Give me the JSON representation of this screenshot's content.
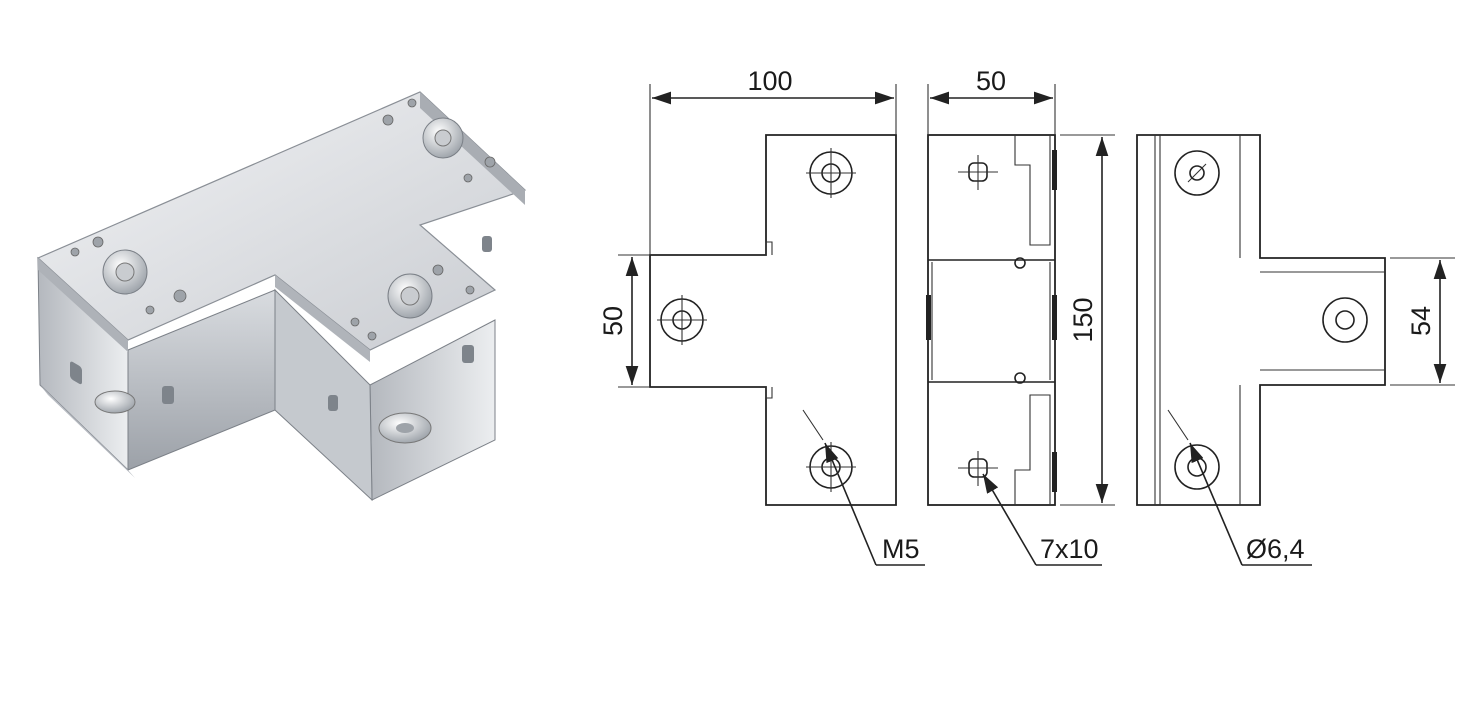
{
  "drawing": {
    "dimensions": {
      "top_view_width": "100",
      "top_view_branch_height": "50",
      "side_view_width": "50",
      "side_view_height": "150",
      "end_view_branch_height": "54"
    },
    "callouts": {
      "thread": "M5",
      "slot": "7x10",
      "hole": "Ø6,4"
    }
  },
  "colors": {
    "line": "#222222",
    "metal_light": "#e4e6e9",
    "metal_dark": "#8d9298"
  }
}
